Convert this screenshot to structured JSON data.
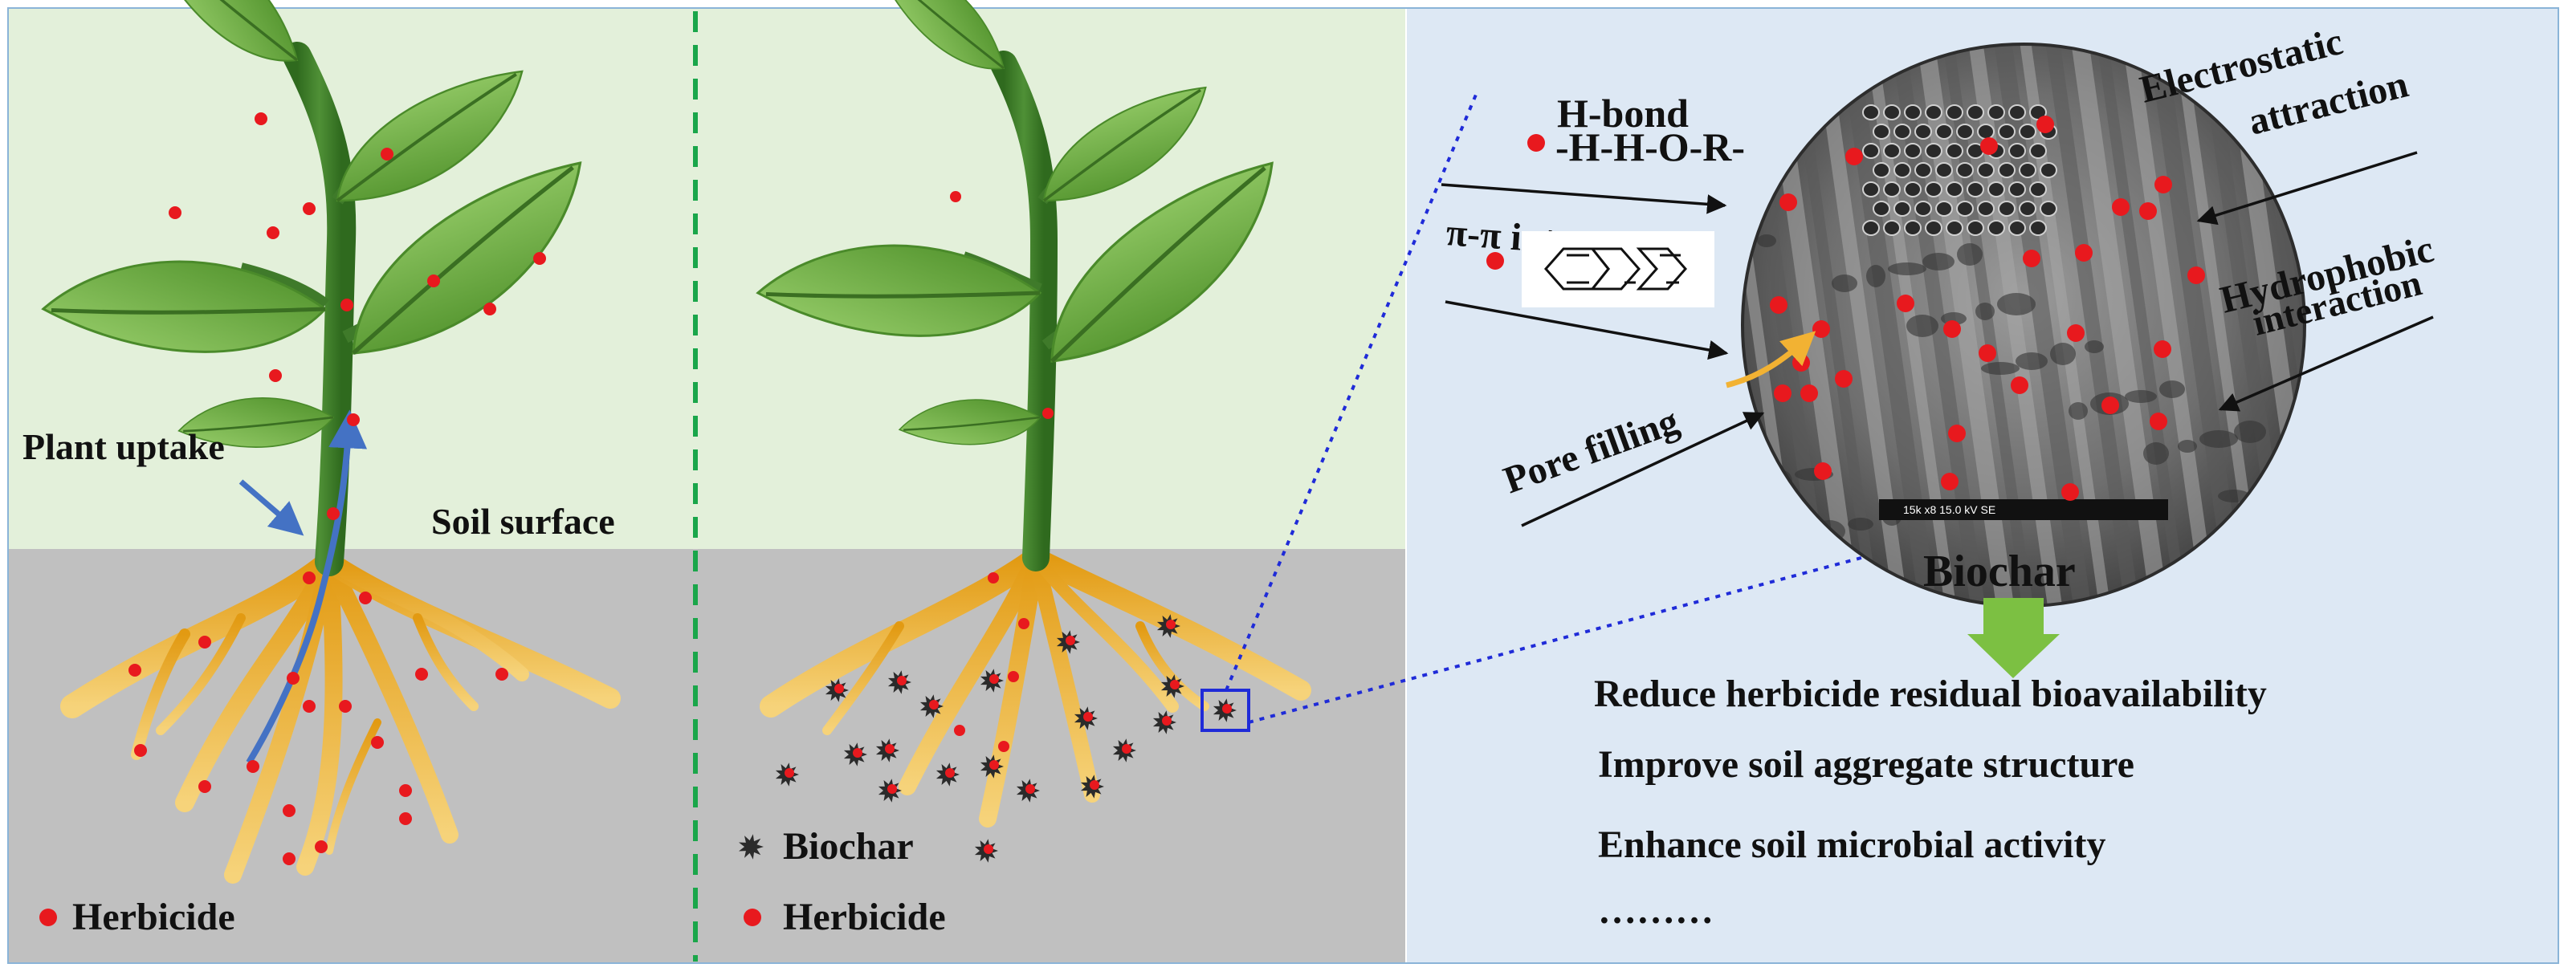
{
  "colors": {
    "sky": "#e3f0da",
    "soil": "#c0c0c0",
    "right_panel": "#dde8f4",
    "divider": "#1aa64a",
    "leaf_light": "#8cc460",
    "leaf_dark": "#4e8a2c",
    "stem": "#3f7a2a",
    "root": "#eba81e",
    "root_tip": "#fbe6a8",
    "herbicide": "#e8191e",
    "biochar": "#2b2b2b",
    "uptake_arrow": "#4472c4",
    "zoom_line": "#1f2bd8",
    "pore_arrow": "#f2b233",
    "down_arrow": "#7cc042",
    "text": "#111111"
  },
  "left_panel": {
    "plant_uptake": "Plant uptake",
    "soil_surface": "Soil surface",
    "legend_herbicide": "Herbicide"
  },
  "middle_panel": {
    "legend_biochar": "Biochar",
    "legend_herbicide": "Herbicide"
  },
  "right_panel": {
    "h_bond": "H-bond",
    "h_bond_formula": "-H-H-O-R-",
    "pi_pi": "π-π interaction",
    "pore_filling": "Pore filling",
    "electrostatic_1": "Electrostatic",
    "electrostatic_2": "attraction",
    "hydrophobic_1": "Hydrophobic",
    "hydrophobic_2": "interaction",
    "sem_scale": "15k  x8   15.0 kV  SE",
    "biochar_title": "Biochar",
    "effects": [
      "Reduce herbicide residual bioavailability",
      "Improve soil aggregate structure",
      "Enhance soil microbial activity",
      "………"
    ]
  }
}
